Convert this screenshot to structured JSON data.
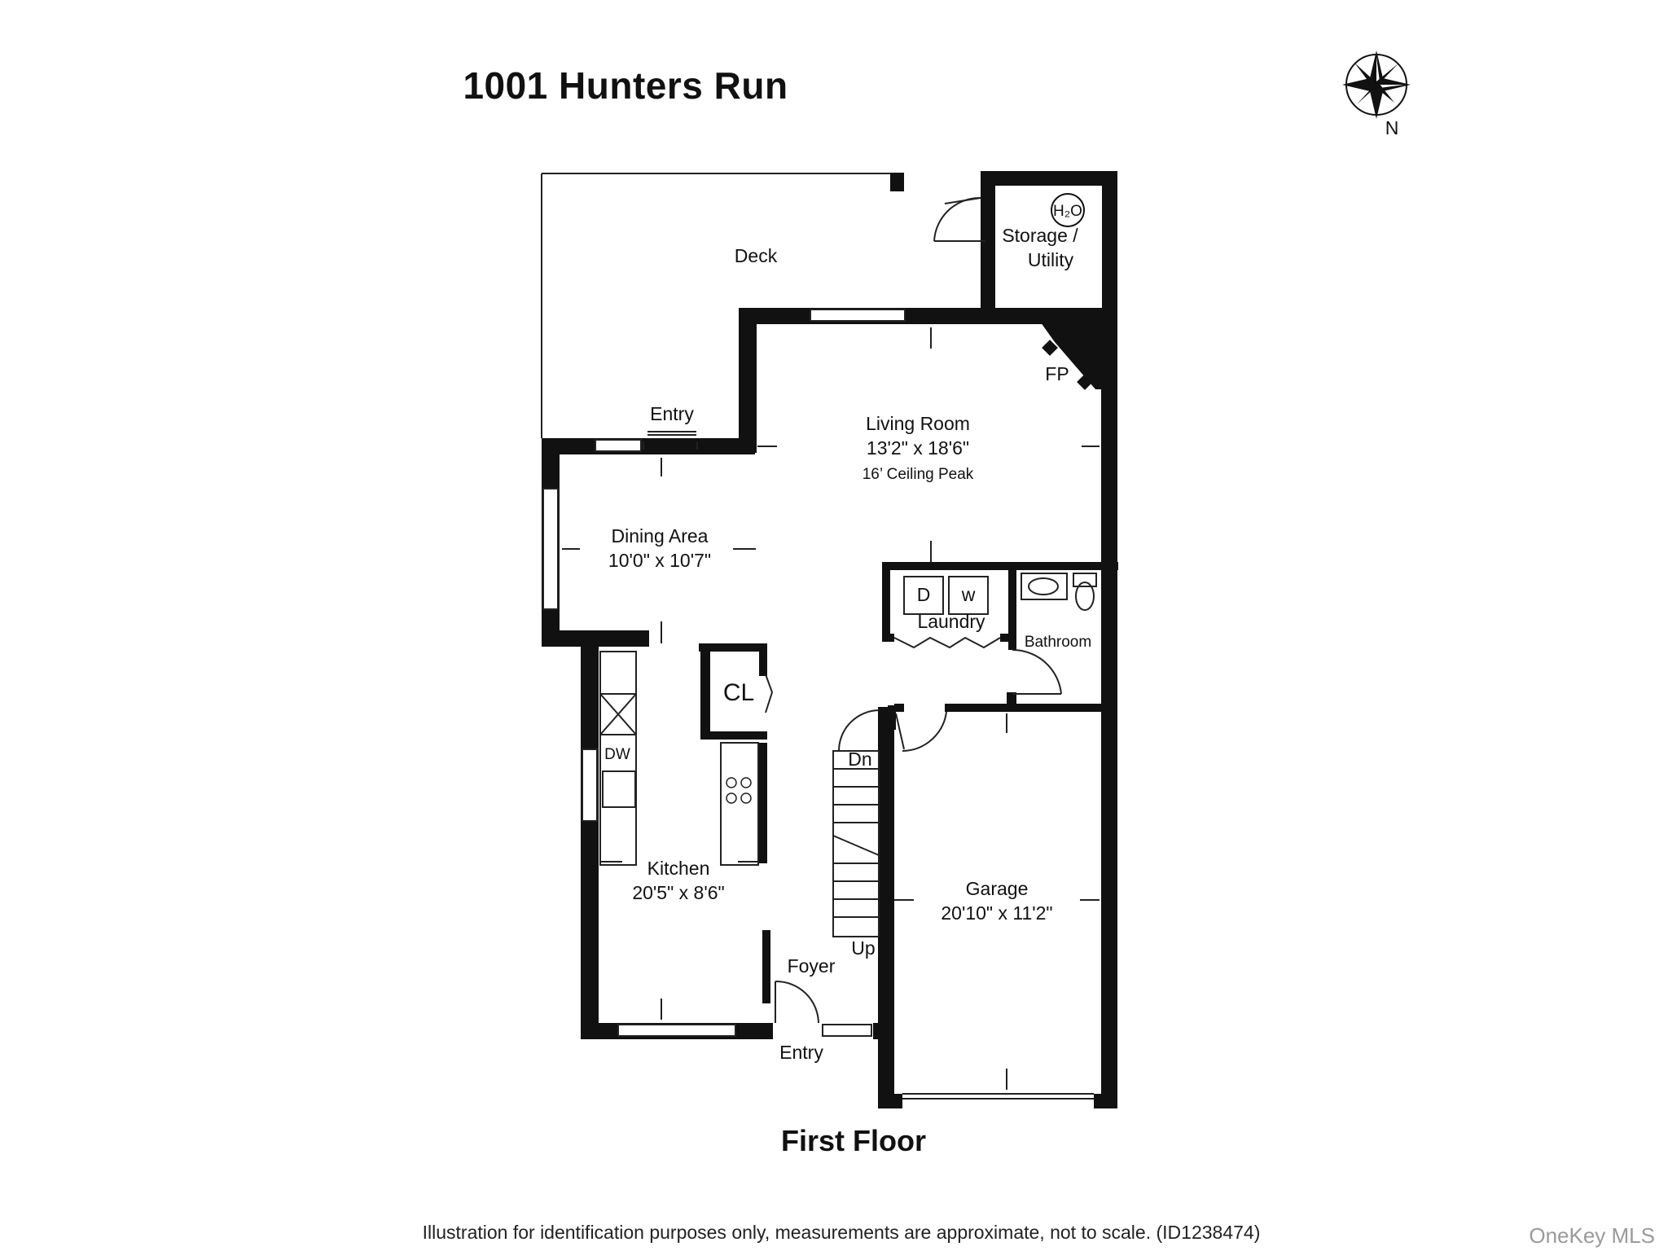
{
  "title": "1001 Hunters Run",
  "floor_label": "First Floor",
  "compass": {
    "label": "N"
  },
  "rooms": {
    "deck": {
      "name": "Deck"
    },
    "storage": {
      "name_line1": "Storage /",
      "name_line2": "Utility",
      "fixture": "H₂O"
    },
    "living": {
      "name": "Living Room",
      "dims": "13'2\" x 18'6\"",
      "note": "16’ Ceiling Peak"
    },
    "fireplace": {
      "name": "FP"
    },
    "dining": {
      "name": "Dining Area",
      "dims": "10'0\" x 10'7\""
    },
    "laundry": {
      "name": "Laundry",
      "dryer": "D",
      "washer": "w"
    },
    "bathroom": {
      "name": "Bathroom"
    },
    "closet": {
      "name": "CL"
    },
    "kitchen": {
      "name": "Kitchen",
      "dims": "20'5\" x 8'6\"",
      "dishwasher": "DW"
    },
    "garage": {
      "name": "Garage",
      "dims": "20'10\" x 11'2\""
    },
    "foyer": {
      "name": "Foyer"
    }
  },
  "labels": {
    "entry_rear": "Entry",
    "entry_front": "Entry",
    "stairs_down": "Dn",
    "stairs_up": "Up"
  },
  "disclaimer": "Illustration for identification purposes only, measurements are approximate, not to scale. (ID1238474)",
  "watermark": "OneKey MLS"
}
